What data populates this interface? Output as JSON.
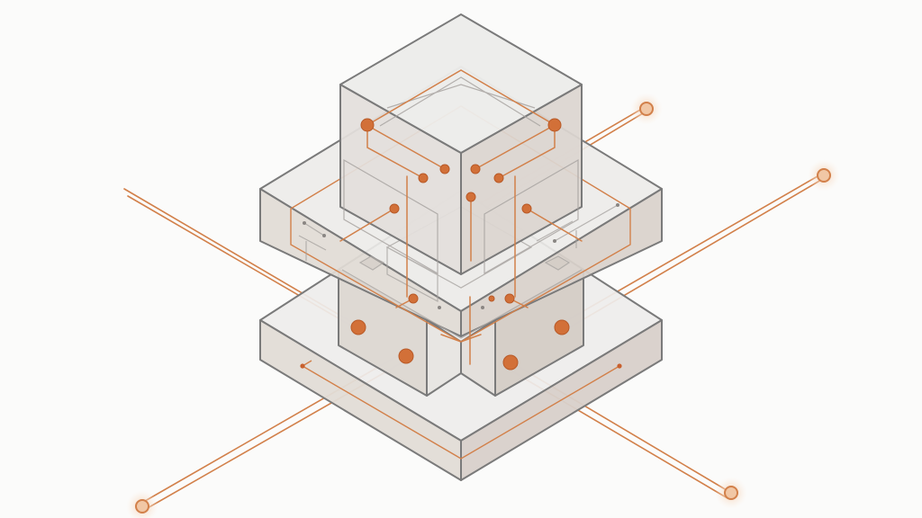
{
  "diagram": {
    "labels": [],
    "colors": {
      "background": "#fbfbfa",
      "wire": "#d2804a",
      "node": "#d27038",
      "node_glow": "#f6dcc6",
      "outline": "#7a7a7a",
      "face_top": "#ececea",
      "face_left": "#e0dcd8",
      "face_right": "#d9d3cf",
      "inner": "#a9a5a2"
    },
    "components": [
      "top-cube",
      "middle-slab",
      "connector-block",
      "base-slab",
      "external-leads",
      "internal-circuit"
    ]
  }
}
